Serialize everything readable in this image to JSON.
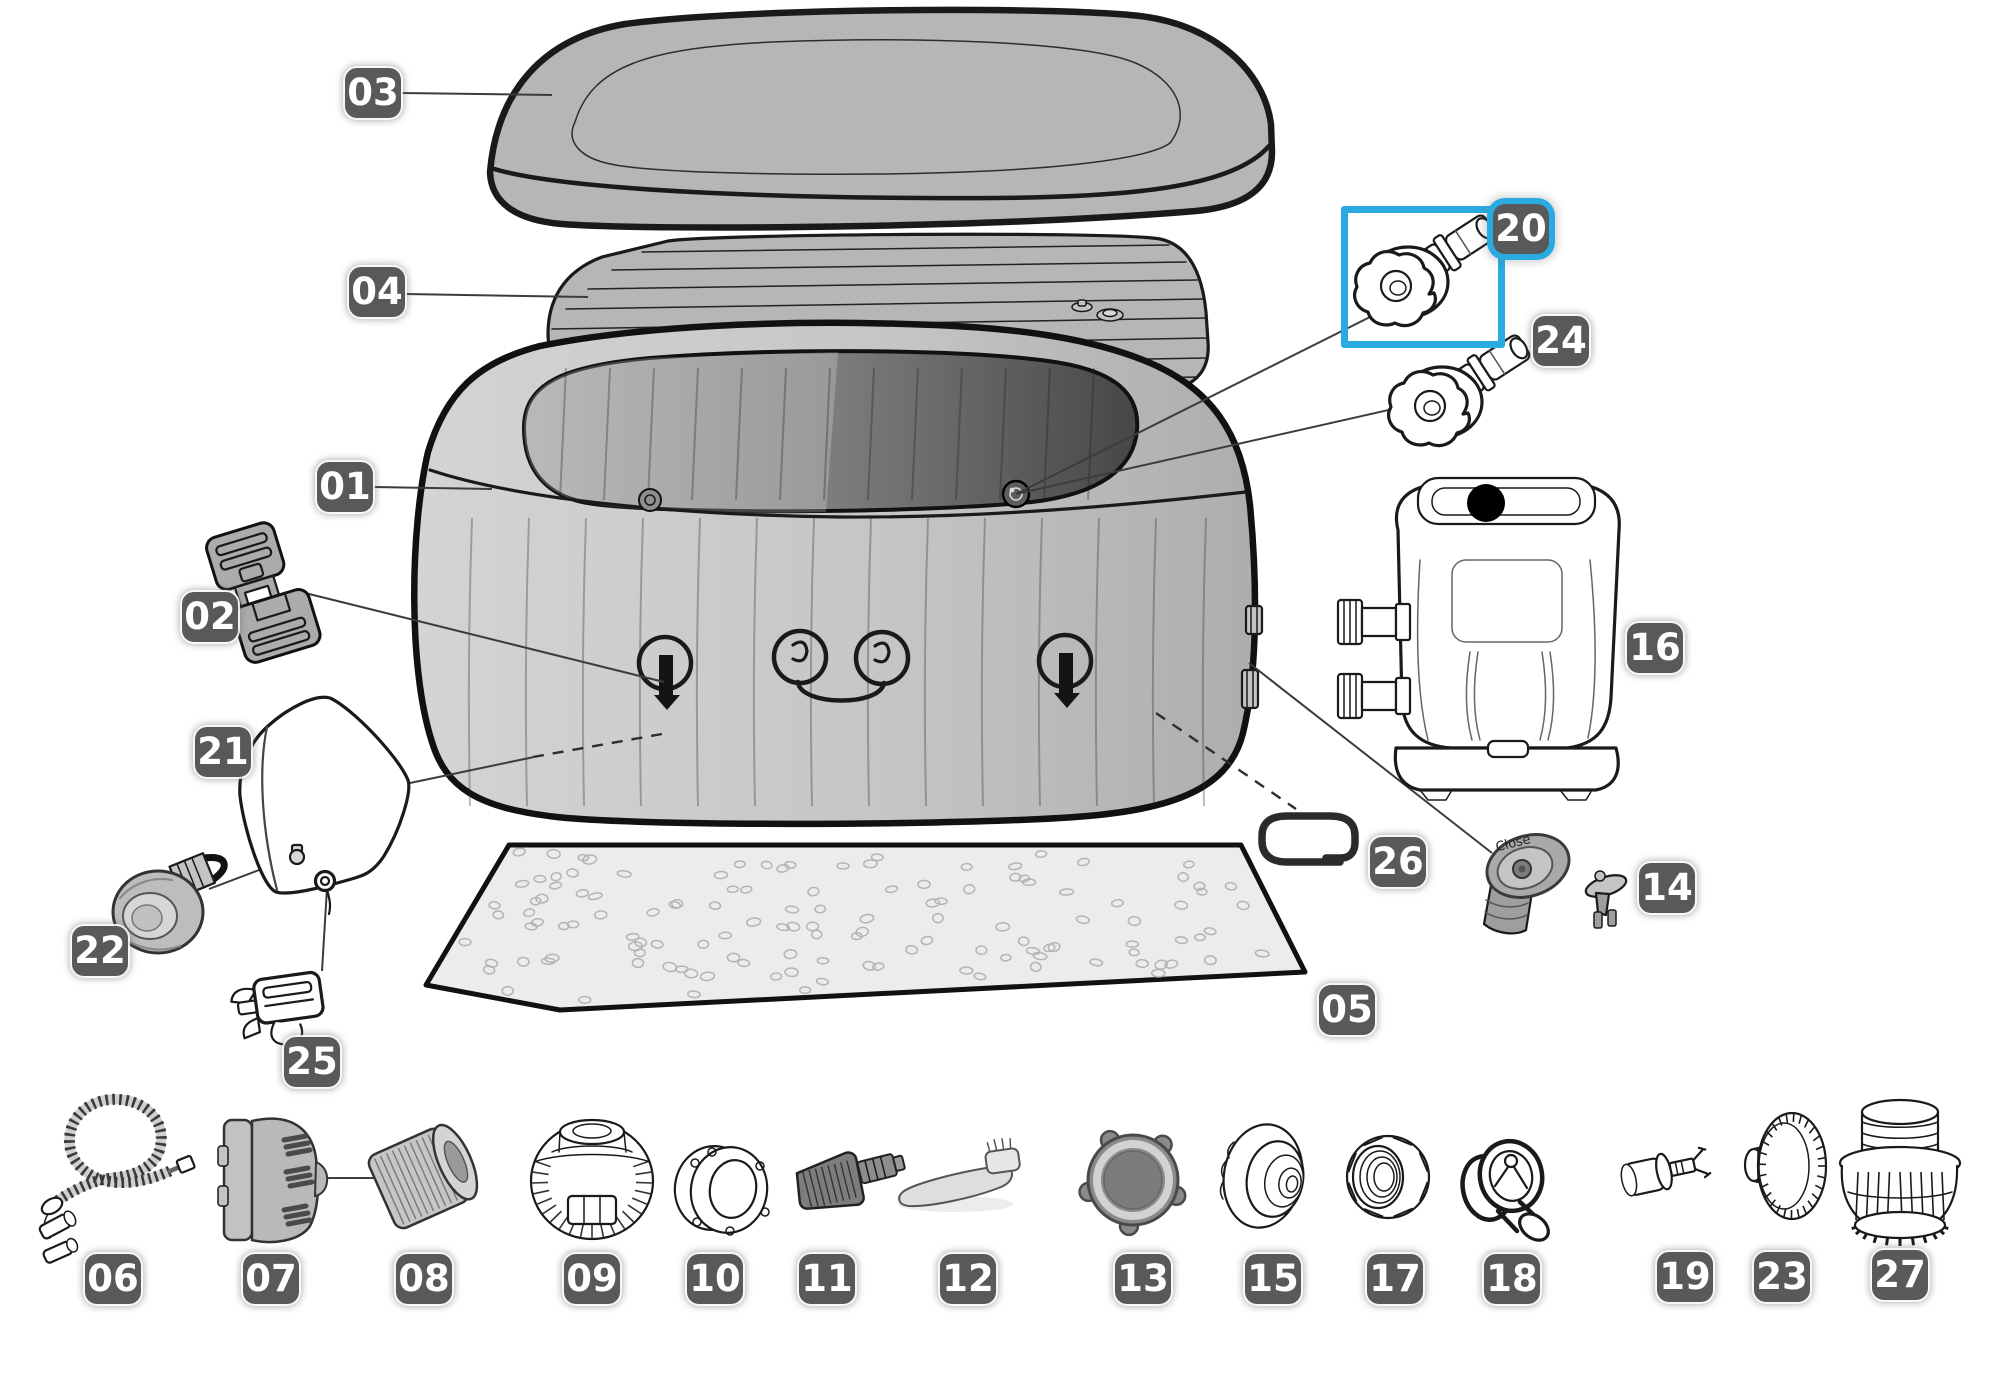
{
  "diagram": {
    "kind": "exploded-parts-diagram",
    "selected_part": "20"
  },
  "colors": {
    "highlight": "#29abe2",
    "label_bg": "#58595b",
    "label_text": "#ffffff"
  },
  "annotations": {
    "close_label": "Close"
  },
  "parts": [
    {
      "num": "01"
    },
    {
      "num": "02"
    },
    {
      "num": "03"
    },
    {
      "num": "04"
    },
    {
      "num": "05"
    },
    {
      "num": "06"
    },
    {
      "num": "07"
    },
    {
      "num": "08"
    },
    {
      "num": "09"
    },
    {
      "num": "10"
    },
    {
      "num": "11"
    },
    {
      "num": "12"
    },
    {
      "num": "13"
    },
    {
      "num": "14"
    },
    {
      "num": "15"
    },
    {
      "num": "16"
    },
    {
      "num": "17"
    },
    {
      "num": "18"
    },
    {
      "num": "19"
    },
    {
      "num": "20"
    },
    {
      "num": "21"
    },
    {
      "num": "22"
    },
    {
      "num": "23"
    },
    {
      "num": "24"
    },
    {
      "num": "25"
    },
    {
      "num": "26"
    },
    {
      "num": "27"
    }
  ]
}
